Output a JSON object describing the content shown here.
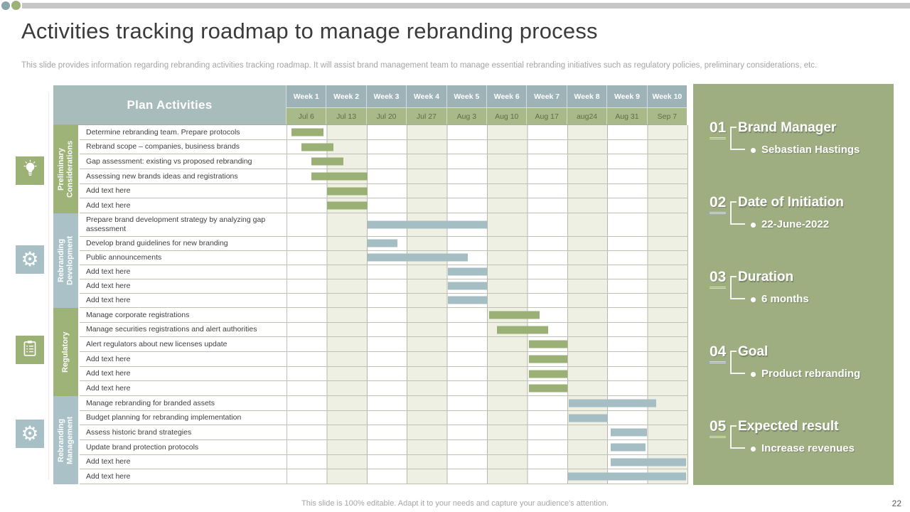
{
  "slide": {
    "title": "Activities tracking roadmap to manage rebranding process",
    "subtitle": "This slide provides information regarding rebranding activities tracking roadmap. It will assist brand management team to manage essential rebranding initiatives such as regulatory policies, preliminary considerations, etc.",
    "footer": "This slide is 100% editable.  Adapt it to your needs and capture your audience's attention.",
    "page_number": "22"
  },
  "colors": {
    "accent_green": "#9cb176",
    "accent_blue": "#a7c0c5",
    "header_bg": "#a9bcbc",
    "week_header_bg": "#9db3b8",
    "date_row_bg": "#a8b98a",
    "stripe_tint": "#edf0e3",
    "sidebar_bg": "#9fae80"
  },
  "icons": [
    {
      "name": "idea-bulb-icon",
      "color": "green"
    },
    {
      "name": "gear-globe-icon",
      "color": "blue"
    },
    {
      "name": "checklist-icon",
      "color": "green"
    },
    {
      "name": "gear-person-icon",
      "color": "blue"
    }
  ],
  "table": {
    "title": "Plan Activities",
    "weeks": [
      {
        "label": "Week 1",
        "date": "Jul 6"
      },
      {
        "label": "Week 2",
        "date": "Jul 13"
      },
      {
        "label": "Week 3",
        "date": "Jul 20"
      },
      {
        "label": "Week 4",
        "date": "Jul 27"
      },
      {
        "label": "Week 5",
        "date": "Aug 3"
      },
      {
        "label": "Week 6",
        "date": "Aug 10"
      },
      {
        "label": "Week 7",
        "date": "Aug 17"
      },
      {
        "label": "Week 8",
        "date": "aug24"
      },
      {
        "label": "Week 9",
        "date": "Aug 31"
      },
      {
        "label": "Week 10",
        "date": "Sep 7"
      }
    ],
    "groups": [
      {
        "name": "Preliminary Considerations",
        "color": "green",
        "rows": [
          {
            "activity": "Determine rebranding team. Prepare protocols",
            "start": 0.1,
            "end": 0.9
          },
          {
            "activity": "Rebrand scope – companies, business brands",
            "start": 0.35,
            "end": 1.15
          },
          {
            "activity": "Gap assessment: existing vs proposed rebranding",
            "start": 0.6,
            "end": 1.4
          },
          {
            "activity": "Assessing new brands ideas and registrations",
            "start": 0.6,
            "end": 2.0
          },
          {
            "activity": "Add text here",
            "start": 1.0,
            "end": 2.0
          },
          {
            "activity": "Add text here",
            "start": 1.0,
            "end": 2.0
          }
        ]
      },
      {
        "name": "Rebranding Development",
        "color": "blue",
        "rows": [
          {
            "activity": "Prepare brand development strategy by analyzing gap assessment",
            "start": 2.0,
            "end": 4.98,
            "tall": true
          },
          {
            "activity": "Develop brand guidelines for new branding",
            "start": 2.0,
            "end": 2.75
          },
          {
            "activity": "Public announcements",
            "start": 2.0,
            "end": 4.5
          },
          {
            "activity": "Add text here",
            "start": 4.0,
            "end": 4.98
          },
          {
            "activity": "Add text here",
            "start": 4.0,
            "end": 4.98
          },
          {
            "activity": "Add text here",
            "start": 4.0,
            "end": 4.98
          }
        ]
      },
      {
        "name": "Regulatory",
        "color": "green",
        "rows": [
          {
            "activity": "Manage corporate registrations",
            "start": 5.04,
            "end": 6.29
          },
          {
            "activity": "Manage securities registrations and alert authorities",
            "start": 5.23,
            "end": 6.51
          },
          {
            "activity": "Alert regulators about new licenses update",
            "start": 6.02,
            "end": 6.99
          },
          {
            "activity": "Add text here",
            "start": 6.02,
            "end": 6.99
          },
          {
            "activity": "Add text here",
            "start": 6.02,
            "end": 6.99
          },
          {
            "activity": "Add text here",
            "start": 6.02,
            "end": 6.99
          }
        ]
      },
      {
        "name": "Rebranding Management",
        "color": "blue",
        "rows": [
          {
            "activity": "Manage rebranding  for branded assets",
            "start": 7.02,
            "end": 9.2
          },
          {
            "activity": "Budget planning  for rebranding implementation",
            "start": 7.02,
            "end": 8.0
          },
          {
            "activity": "Assess historic brand strategies",
            "start": 8.07,
            "end": 8.97
          },
          {
            "activity": "Update brand protection protocols",
            "start": 8.07,
            "end": 8.94
          },
          {
            "activity": "Add text here",
            "start": 8.07,
            "end": 9.95
          },
          {
            "activity": "Add text here",
            "start": 7.0,
            "end": 9.95
          }
        ]
      }
    ]
  },
  "sidebar": {
    "items": [
      {
        "number": "01",
        "title": "Brand Manager",
        "value": "Sebastian Hastings"
      },
      {
        "number": "02",
        "title": "Date of Initiation",
        "value": "22-June-2022"
      },
      {
        "number": "03",
        "title": "Duration",
        "value": "6 months"
      },
      {
        "number": "04",
        "title": "Goal",
        "value": "Product rebranding"
      },
      {
        "number": "05",
        "title": "Expected result",
        "value": "Increase revenues"
      }
    ]
  }
}
